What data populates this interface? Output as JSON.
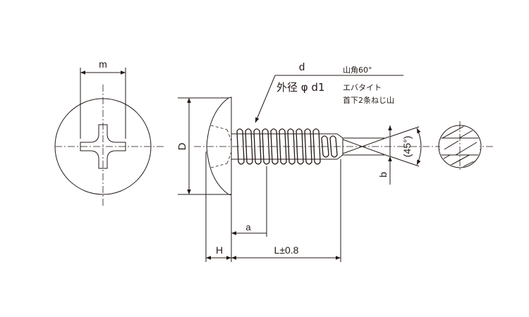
{
  "title": "Truss head tapping screw (drill point) dimension drawing",
  "labels": {
    "m": "m",
    "D": "D",
    "d": "d",
    "outer_dia": "外径 φ d1",
    "thread_angle": "山角60°",
    "type": "エバタイト",
    "neck_threads": "首下2条ねじ山",
    "a": "a",
    "H": "H",
    "L": "L±0.8",
    "b": "b",
    "angle": "(45°)"
  },
  "colors": {
    "line": "#231815"
  }
}
